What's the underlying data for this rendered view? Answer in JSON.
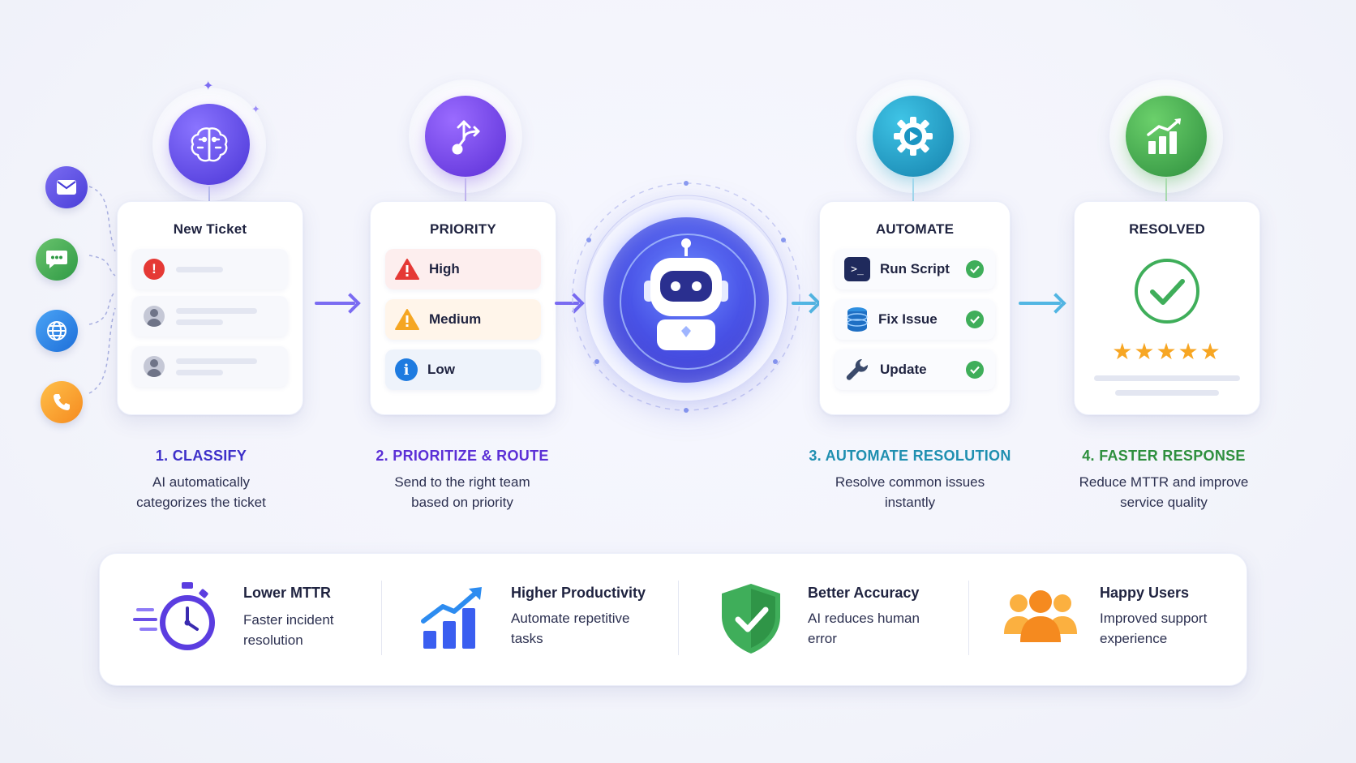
{
  "channels": [
    "email-icon",
    "chat-icon",
    "globe-icon",
    "phone-icon"
  ],
  "cards": {
    "classify": {
      "title": "New Ticket"
    },
    "priority": {
      "title": "PRIORITY",
      "levels": [
        {
          "label": "High",
          "color": "#e53935"
        },
        {
          "label": "Medium",
          "color": "#f5a623"
        },
        {
          "label": "Low",
          "color": "#1e7be0"
        }
      ]
    },
    "automate": {
      "title": "AUTOMATE",
      "actions": [
        "Run Script",
        "Fix Issue",
        "Update"
      ]
    },
    "resolved": {
      "title": "RESOLVED",
      "stars": 5
    }
  },
  "steps": [
    {
      "number": "1.",
      "title": "CLASSIFY",
      "desc_line1": "AI automatically",
      "desc_line2": "categorizes the ticket",
      "color": "#3d2fc9"
    },
    {
      "number": "2.",
      "title": "PRIORITIZE & ROUTE",
      "desc_line1": "Send to the right team",
      "desc_line2": "based on priority",
      "color": "#5b2fd6"
    },
    {
      "number": "3.",
      "title": "AUTOMATE RESOLUTION",
      "desc_line1": "Resolve common issues",
      "desc_line2": "instantly",
      "color": "#1f8fb0"
    },
    {
      "number": "4.",
      "title": "FASTER RESPONSE",
      "desc_line1": "Reduce MTTR and improve",
      "desc_line2": "service quality",
      "color": "#2e8f3e"
    }
  ],
  "benefits": [
    {
      "title": "Lower  MTTR",
      "desc_line1": "Faster incident",
      "desc_line2": "resolution",
      "icon": "stopwatch-icon"
    },
    {
      "title": "Higher Productivity",
      "desc_line1": "Automate repetitive",
      "desc_line2": "tasks",
      "icon": "growth-chart-icon"
    },
    {
      "title": "Better Accuracy",
      "desc_line1": "AI reduces human",
      "desc_line2": "error",
      "icon": "shield-check-icon"
    },
    {
      "title": "Happy Users",
      "desc_line1": "Improved support",
      "desc_line2": "experience",
      "icon": "users-icon"
    }
  ],
  "colors": {
    "purple": "#6a3de8",
    "indigo": "#4a3fd8",
    "teal": "#1da3c8",
    "green": "#3fae5a",
    "orange": "#f7a23a"
  }
}
